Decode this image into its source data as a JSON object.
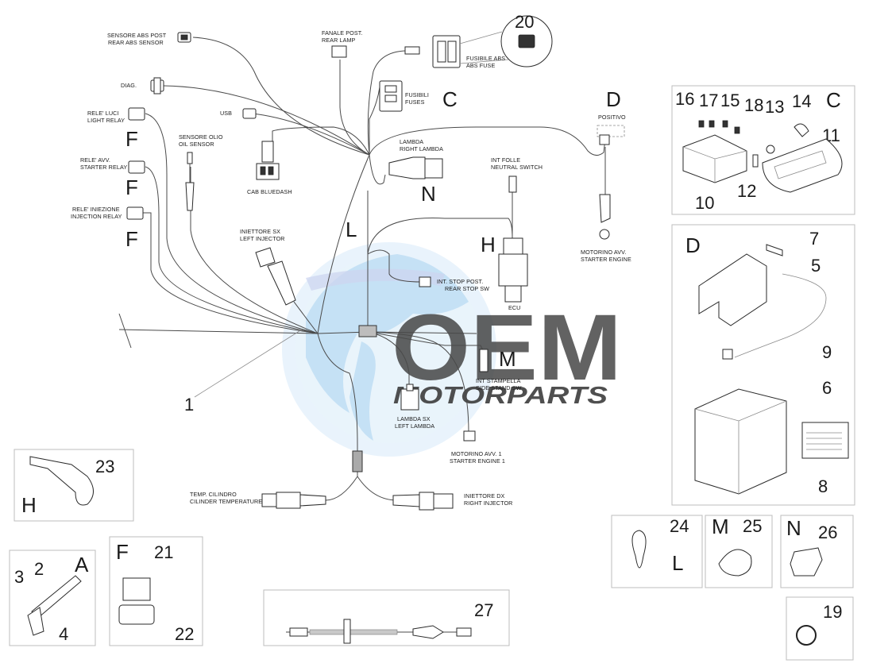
{
  "watermark": {
    "logo_text": "OEM",
    "sub_text": "MOTORPARTS",
    "colors": {
      "globe": "#9fcdf0",
      "band": "#c8d4ee",
      "text": "#8c8c8c"
    }
  },
  "labels": {
    "abs_sensor_it": "SENSORE ABS POST",
    "abs_sensor_en": "REAR ABS SENSOR",
    "diag": "DIAG.",
    "light_relay_it": "RELE' LUCI",
    "light_relay_en": "LIGHT RELAY",
    "starter_relay_it": "RELE' AVV.",
    "starter_relay_en": "STARTER RELAY",
    "injection_relay_it": "RELE' INIEZIONE",
    "injection_relay_en": "INJECTION RELAY",
    "oil_sensor_it": "SENSORE OLIO",
    "oil_sensor_en": "OIL SENSOR",
    "usb": "USB",
    "rear_lamp_it": "FANALE POST.",
    "rear_lamp_en": "REAR LAMP",
    "fuses_it": "FUSIBILI",
    "fuses_en": "FUSES",
    "abs_fuse_it": "FUSIBILE ABS",
    "abs_fuse_en": "ABS FUSE",
    "positive": "POSITIVO",
    "right_lambda_it": "LAMBDA",
    "right_lambda_en": "RIGHT LAMBDA",
    "cab_bluedash": "CAB BLUEDASH",
    "neutral_it": "INT FOLLE",
    "neutral_en": "NEUTRAL SWITCH",
    "starter_engine_it": "MOTORINO AVV.",
    "starter_engine_en": "STARTER ENGINE",
    "left_injector_it": "INIETTORE SX",
    "left_injector_en": "LEFT INJECTOR",
    "rear_stop_it": "INT. STOP POST.",
    "rear_stop_en": "REAR STOP SW",
    "ecu": "ECU",
    "side_stand_it": "INT STAMPELLA",
    "side_stand_en": "SIDE STAND SW",
    "left_lambda_it": "LAMBDA  SX",
    "left_lambda_en": "LEFT LAMBDA",
    "starter_engine1_it": "MOTORINO AVV. 1",
    "starter_engine1_en": "STARTER ENGINE 1",
    "cyl_temp_it": "TEMP. CILINDRO",
    "cyl_temp_en": "CILINDER TEMPERATURE",
    "right_injector_it": "INIETTORE DX",
    "right_injector_en": "RIGHT INJECTOR"
  },
  "letters": {
    "C1": "C",
    "D1": "D",
    "F1": "F",
    "F2": "F",
    "F3": "F",
    "N1": "N",
    "L1": "L",
    "H1": "H",
    "M1": "M",
    "C2": "C",
    "D2": "D",
    "H2": "H",
    "A": "A",
    "F4": "F",
    "L2": "L",
    "M2": "M",
    "N2": "N"
  },
  "numbers": {
    "n1": "1",
    "n2": "2",
    "n3": "3",
    "n4": "4",
    "n5": "5",
    "n6": "6",
    "n7": "7",
    "n8": "8",
    "n9": "9",
    "n10": "10",
    "n11": "11",
    "n12": "12",
    "n13": "13",
    "n14": "14",
    "n15": "15",
    "n16": "16",
    "n17": "17",
    "n18": "18",
    "n19": "19",
    "n20": "20",
    "n21": "21",
    "n22": "22",
    "n23": "23",
    "n24": "24",
    "n25": "25",
    "n26": "26",
    "n27": "27"
  }
}
